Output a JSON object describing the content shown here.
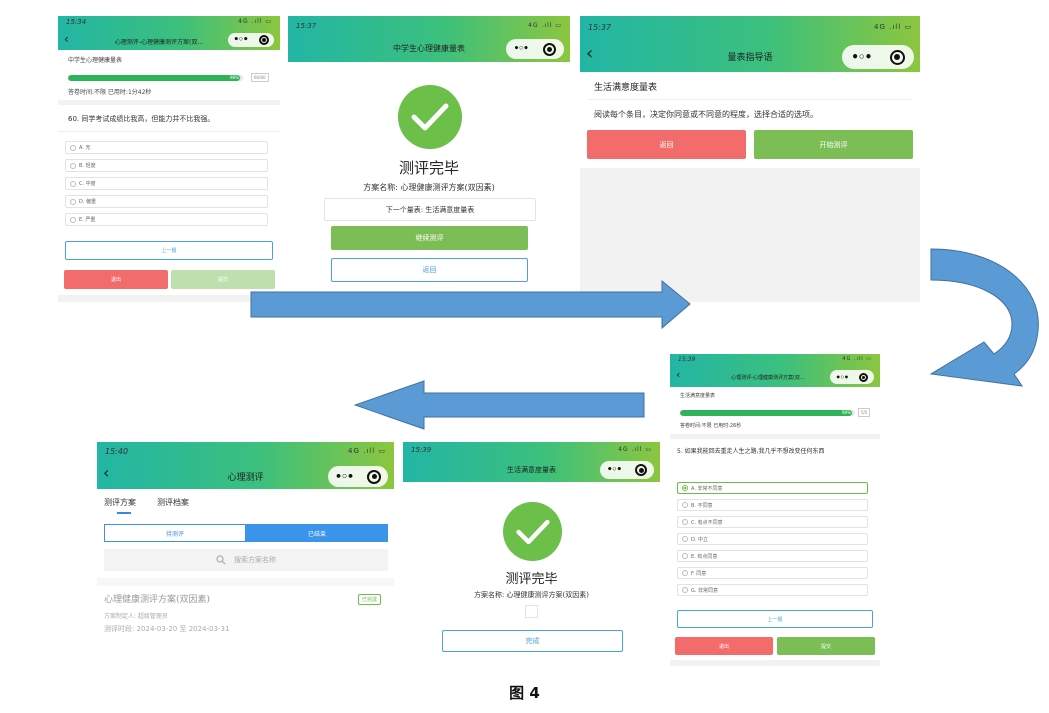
{
  "p1": {
    "time": "15:34",
    "signal": "4G .ıll ▭",
    "title": "心理测评-心理健康测评方案(双...",
    "scale_name": "中学生心理健康量表",
    "progress": {
      "fraction": 0.98,
      "label": "98%",
      "chip": "60/60"
    },
    "answer_info": "答卷时间:不限  已用时:1分42秒",
    "question": "60. 同学考试成绩比我高，但能力并不比我强。",
    "options": [
      "A. 无",
      "B. 轻度",
      "C. 中度",
      "D. 偏重",
      "E. 严重"
    ],
    "prev": "上一题",
    "quit": "退出",
    "submit": "提交"
  },
  "p2": {
    "time": "15:37",
    "signal": "4G .ıll ▭",
    "title": "中学生心理健康量表",
    "done": "测评完毕",
    "plan": "方案名称: 心理健康测评方案(双因素)",
    "next": "下一个量表: 生活满意度量表",
    "continue": "继续测评",
    "back": "返回"
  },
  "p3": {
    "time": "15:37",
    "signal": "4G .ıll ▭",
    "title": "量表指导语",
    "scale": "生活满意度量表",
    "guide": "阅读每个条目，决定你同意或不同意的程度，选择合适的选项。",
    "back": "返回",
    "start": "开始测评"
  },
  "p4": {
    "time": "15:39",
    "signal": "4G .ıll ▭",
    "title": "心理测评-心理健康测评方案(双...",
    "scale_name": "生活满意度量表",
    "progress": {
      "fraction": 0.98,
      "label": "98%",
      "chip": "5/5"
    },
    "answer_info": "答卷时间:不限  已用时:26秒",
    "question": "5. 如果我能回去重走人生之路,我几乎不想改变任何东西",
    "options": [
      "A. 非常不同意",
      "B. 不同意",
      "C. 有点不同意",
      "D. 中立",
      "E. 有点同意",
      "F. 同意",
      "G. 非常同意"
    ],
    "prev": "上一题",
    "quit": "退出",
    "submit": "提交"
  },
  "p5": {
    "time": "15:39",
    "signal": "4G .ıll ▭",
    "title": "生活满意度量表",
    "done": "测评完毕",
    "plan": "方案名称: 心理健康测评方案(双因素)",
    "finish": "完成"
  },
  "p6": {
    "time": "15:40",
    "signal": "4G .ıll ▭",
    "title": "心理测评",
    "tabs": [
      "测评方案",
      "测评档案"
    ],
    "seg": [
      "待测评",
      "已结束"
    ],
    "search_placeholder": "搜索方案名称",
    "card_title": "心理健康测评方案(双因素)",
    "card_badge": "已完成",
    "card_creator": "方案制定人: 超级管理员",
    "card_time": "测评时段:  2024-03-20  至  2024-03-31"
  },
  "caption": "图 4",
  "colors": {
    "green": "#7cbd55",
    "red": "#f36c6c",
    "blue": "#4aa3e0",
    "arrow": "#5b9bd5"
  }
}
